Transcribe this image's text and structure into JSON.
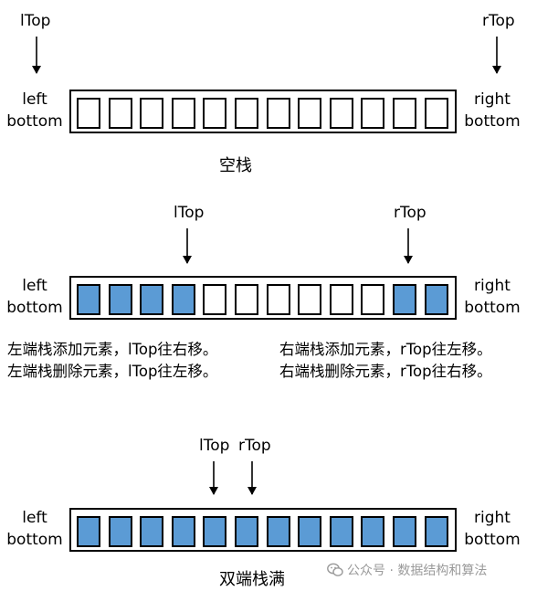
{
  "labels": {
    "ltop": "lTop",
    "rtop": "rTop",
    "left_bottom": [
      "left",
      "bottom"
    ],
    "right_bottom": [
      "right",
      "bottom"
    ]
  },
  "diagram1": {
    "caption": "空栈",
    "cells": [
      0,
      0,
      0,
      0,
      0,
      0,
      0,
      0,
      0,
      0,
      0,
      0
    ]
  },
  "diagram2": {
    "cells": [
      1,
      1,
      1,
      1,
      0,
      0,
      0,
      0,
      0,
      0,
      1,
      1
    ],
    "notes_left": [
      "左端栈添加元素，lTop往右移。",
      "左端栈删除元素，lTop往左移。"
    ],
    "notes_right": [
      "右端栈添加元素，rTop往左移。",
      "右端栈删除元素，rTop往右移。"
    ]
  },
  "diagram3": {
    "caption": "双端栈满",
    "cells": [
      1,
      1,
      1,
      1,
      1,
      1,
      1,
      1,
      1,
      1,
      1,
      1
    ]
  },
  "watermark": {
    "text": "公众号 · 数据结构和算法",
    "icon": "wechat-icon"
  },
  "colors": {
    "filled": "#5b9bd5",
    "empty": "#ffffff",
    "border": "#000000"
  }
}
